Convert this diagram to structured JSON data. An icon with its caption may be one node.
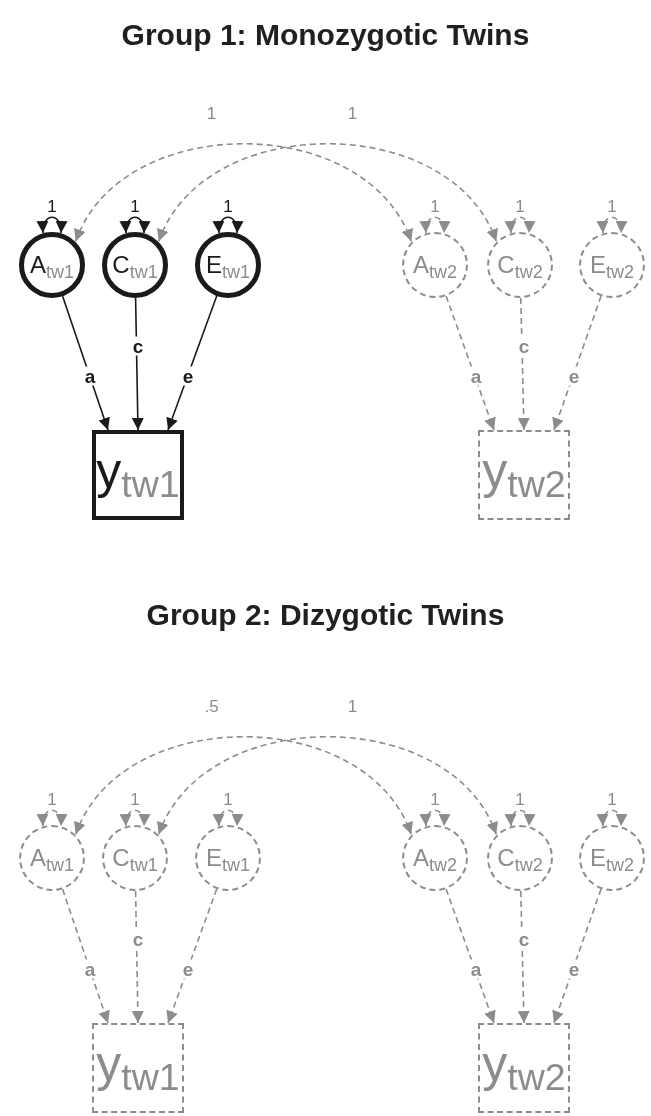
{
  "diagram": {
    "nodes": [
      {
        "text": [
          "A$_{tw1}$"
        ]
      },
      {
        "text": [
          "C$_{tw1}$"
        ]
      },
      {
        "text": [
          "E$_{tw1}$"
        ]
      },
      {
        "text": [
          "A$_{tw2}$"
        ]
      },
      {
        "text": [
          "C$_{tw2}$"
        ]
      },
      {
        "text": [
          "E$_{tw2}$"
        ]
      },
      {
        "text": [
          "y$_{tw1}$"
        ]
      },
      {
        "text": [
          "y$_{tw2}$"
        ]
      },
      {
        "text": [
          "A$_{tw1}$"
        ]
      },
      {
        "text": [
          "C$_{tw1}$"
        ]
      },
      {
        "text": [
          "E$_{tw1}$"
        ]
      },
      {
        "text": [
          "A$_{tw2}$"
        ]
      },
      {
        "text": [
          "C$_{tw2}$"
        ]
      },
      {
        "text": [
          "E$_{tw2}$"
        ]
      },
      {
        "text": [
          "y$_{tw1}$"
        ]
      },
      {
        "text": [
          "y$_{tw2}$"
        ]
      }
    ],
    "edges": [
      {
        "from": 0,
        "to": 0,
        "arrow": "both",
        "label": "1",
        "color": "#1a1a1a"
      },
      {
        "from": 1,
        "to": 1,
        "arrow": "both",
        "label": "1",
        "color": "#1a1a1a"
      },
      {
        "from": 2,
        "to": 2,
        "arrow": "both",
        "label": "1",
        "color": "#1a1a1a"
      },
      {
        "from": 3,
        "to": 3,
        "arrow": "both",
        "label": "1",
        "style": "dashed"
      },
      {
        "from": 4,
        "to": 4,
        "arrow": "both",
        "label": "1",
        "style": "dashed"
      },
      {
        "from": 5,
        "to": 5,
        "arrow": "both",
        "label": "1",
        "style": "dashed"
      },
      {
        "from": 0,
        "to": 3,
        "arrow": "both",
        "label": "1",
        "style": "dashed"
      },
      {
        "from": 1,
        "to": 4,
        "arrow": "both",
        "label": "1",
        "style": "dashed"
      },
      {
        "from": 0,
        "to": 6,
        "arrow": "to",
        "label": "a",
        "color": "#1a1a1a"
      },
      {
        "from": 1,
        "to": 6,
        "arrow": "to",
        "label": "c",
        "color": "#1a1a1a"
      },
      {
        "from": 2,
        "to": 6,
        "arrow": "to",
        "label": "e",
        "color": "#1a1a1a"
      },
      {
        "from": 3,
        "to": 7,
        "arrow": "to",
        "label": "a",
        "style": "dashed"
      },
      {
        "from": 4,
        "to": 7,
        "arrow": "to",
        "label": "c",
        "style": "dashed"
      },
      {
        "from": 5,
        "to": 7,
        "arrow": "to",
        "label": "e",
        "style": "dashed"
      },
      {
        "from": 8,
        "to": 8,
        "arrow": "both",
        "label": "1",
        "style": "dashed"
      },
      {
        "from": 9,
        "to": 9,
        "arrow": "both",
        "label": "1",
        "style": "dashed"
      },
      {
        "from": 10,
        "to": 10,
        "arrow": "both",
        "label": "1",
        "style": "dashed"
      },
      {
        "from": 11,
        "to": 11,
        "arrow": "both",
        "label": "1",
        "style": "dashed"
      },
      {
        "from": 12,
        "to": 12,
        "arrow": "both",
        "label": "1",
        "style": "dashed"
      },
      {
        "from": 13,
        "to": 13,
        "arrow": "both",
        "label": "1",
        "style": "dashed"
      },
      {
        "from": 8,
        "to": 11,
        "arrow": "both",
        "label": ".5",
        "style": "dashed"
      },
      {
        "from": 9,
        "to": 12,
        "arrow": "both",
        "label": "1",
        "style": "dashed"
      },
      {
        "from": 8,
        "to": 14,
        "arrow": "to",
        "label": "a",
        "style": "dashed"
      },
      {
        "from": 9,
        "to": 14,
        "arrow": "to",
        "label": "c",
        "style": "dashed"
      },
      {
        "from": 10,
        "to": 14,
        "arrow": "to",
        "label": "e",
        "style": "dashed"
      },
      {
        "from": 11,
        "to": 15,
        "arrow": "to",
        "label": "a",
        "style": "dashed"
      },
      {
        "from": 12,
        "to": 15,
        "arrow": "to",
        "label": "c",
        "style": "dashed"
      },
      {
        "from": 13,
        "to": 15,
        "arrow": "to",
        "label": "e",
        "style": "dashed"
      }
    ],
    "labels": [
      "Group 1: Monozygotic Twins",
      "Group 2: Dizygotic Twins"
    ]
  }
}
